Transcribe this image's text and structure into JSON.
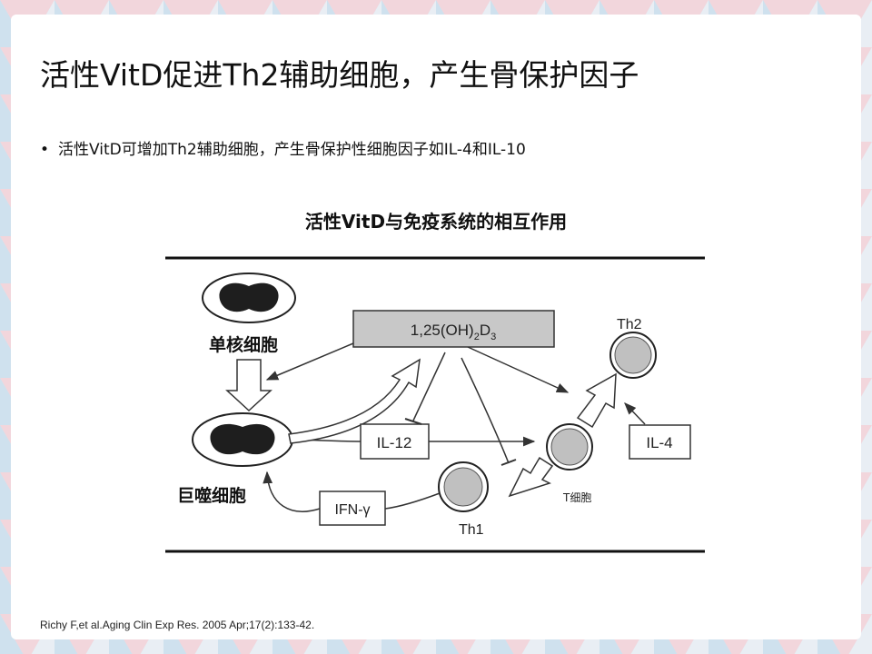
{
  "slide": {
    "title": "活性VitD促进Th2辅助细胞，产生骨保护因子",
    "bullet": "活性VitD可增加Th2辅助细胞，产生骨保护性细胞因子如IL-4和IL-10",
    "citation": "Richy F,et al.Aging Clin Exp Res. 2005 Apr;17(2):133-42."
  },
  "diagram": {
    "title": "活性VitD与免疫系统的相互作用",
    "hormone_main": "1,25(OH)",
    "hormone_sub1": "2",
    "hormone_d": "D",
    "hormone_sub2": "3",
    "monocyte_label": "单核细胞",
    "macrophage_label": "巨噬细胞",
    "il12_label": "IL-12",
    "ifn_label": "IFN-γ",
    "il4_label": "IL-4",
    "th2_label": "Th2",
    "th1_label": "Th1",
    "tcell_label": "T细胞"
  },
  "colors": {
    "hormone_fill": "#c8c8c8",
    "cell_fill": "#c0c0c0",
    "nucleus_fill": "#1e1e1e"
  }
}
